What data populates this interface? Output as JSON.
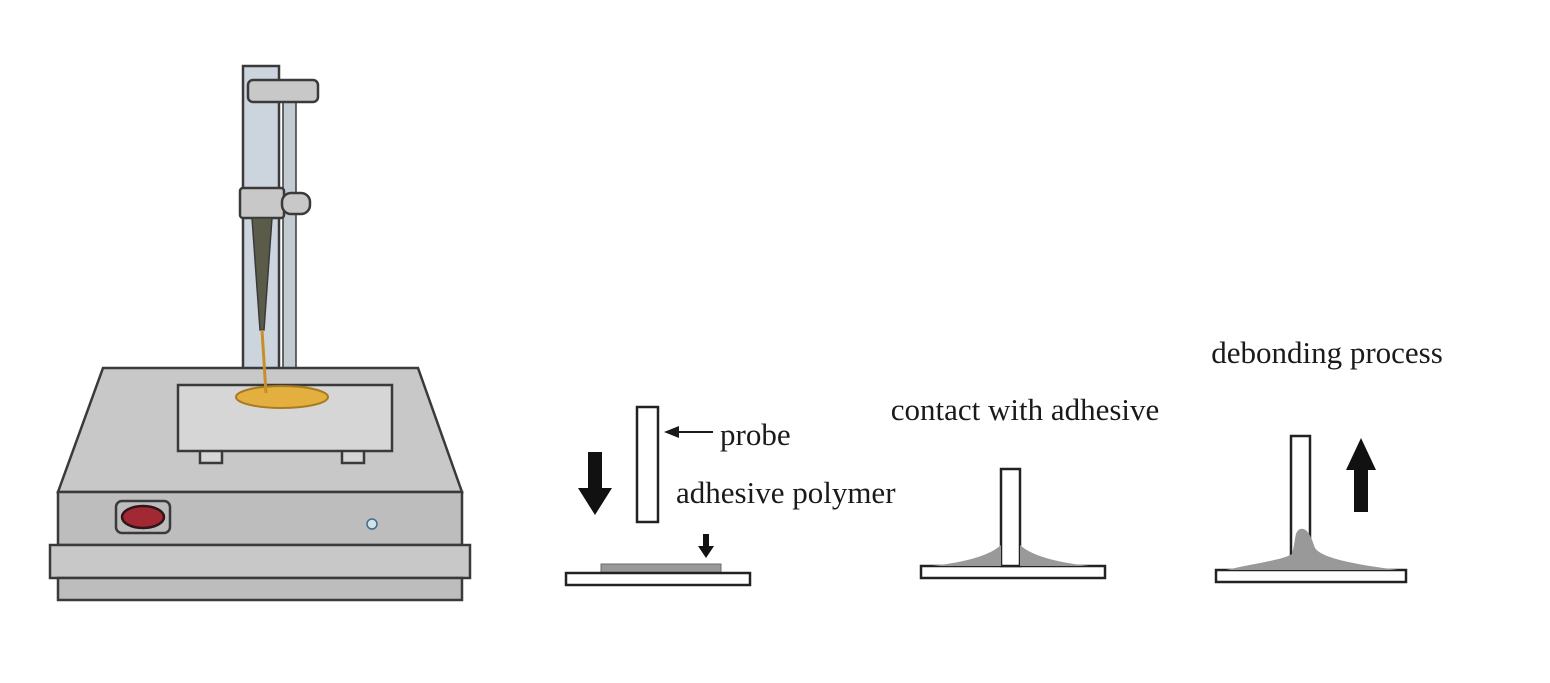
{
  "figure": {
    "labels": {
      "probe": "probe",
      "adhesive_polymer": "adhesive polymer",
      "contact_with_adhesive": "contact with adhesive",
      "debonding_process": "debonding process"
    },
    "colors": {
      "background": "#ffffff",
      "outline": "#3a3a3a",
      "machine_body": "#c8c8c8",
      "machine_face": "#bdbdbd",
      "platform": "#d6d6d6",
      "column": "#ccd5dd",
      "rod": "#c2cad2",
      "sample_yellow": "#e3af3f",
      "sample_rim": "#a87b20",
      "needle_dark": "#5b5b4a",
      "needle_line_orange": "#c98d2a",
      "button_red": "#a22833",
      "button_rim": "#30161a",
      "indicator_blue": "#cfe3ee",
      "adhesive_gray": "#999999",
      "arrow_black": "#111111",
      "text": "#1a1a1a"
    }
  }
}
